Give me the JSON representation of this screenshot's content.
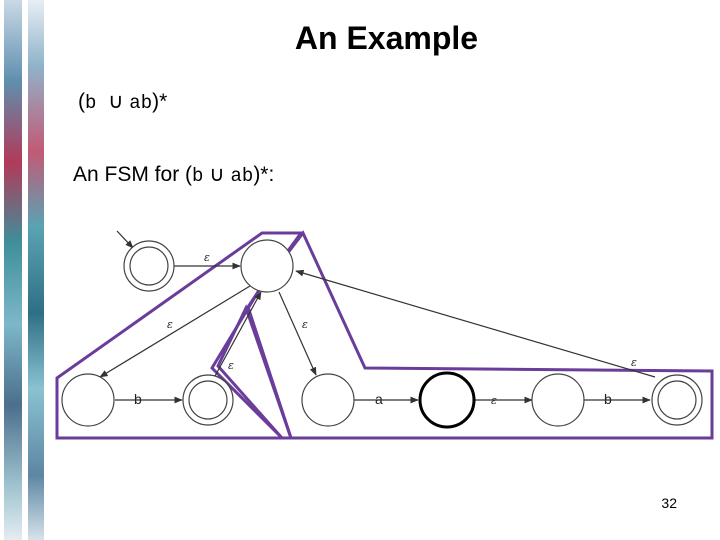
{
  "slide": {
    "title": "An Example",
    "regex": {
      "open": "(",
      "sym1": "b",
      "union": "∪",
      "sym2": "ab",
      "close": ")*"
    },
    "fsm_caption": {
      "prefix": "An FSM for (",
      "sym1": "b",
      "union": "∪",
      "sym2": "ab",
      "suffix": ")*:"
    },
    "page_number": "32"
  },
  "diagram": {
    "highlight_color": "#6a3d9a",
    "states": [
      {
        "id": "start",
        "accepting": true
      },
      {
        "id": "hub",
        "accepting": false
      },
      {
        "id": "b_in",
        "accepting": false
      },
      {
        "id": "b_out",
        "accepting": true
      },
      {
        "id": "a_in",
        "accepting": false
      },
      {
        "id": "a_out",
        "accepting": false,
        "emphasized": true
      },
      {
        "id": "ab_mid",
        "accepting": false
      },
      {
        "id": "ab_out",
        "accepting": true
      }
    ],
    "transitions": [
      {
        "from": "start",
        "to": "hub",
        "label": "ε"
      },
      {
        "from": "hub",
        "to": "b_in",
        "label": "ε"
      },
      {
        "from": "hub",
        "to": "a_in",
        "label": "ε"
      },
      {
        "from": "b_in",
        "to": "b_out",
        "label": "b"
      },
      {
        "from": "b_out",
        "to": "hub",
        "label": "ε"
      },
      {
        "from": "a_in",
        "to": "a_out",
        "label": "a"
      },
      {
        "from": "a_out",
        "to": "ab_mid",
        "label": "ε"
      },
      {
        "from": "ab_mid",
        "to": "ab_out",
        "label": "b"
      },
      {
        "from": "ab_out",
        "to": "hub",
        "label": "ε"
      }
    ]
  }
}
